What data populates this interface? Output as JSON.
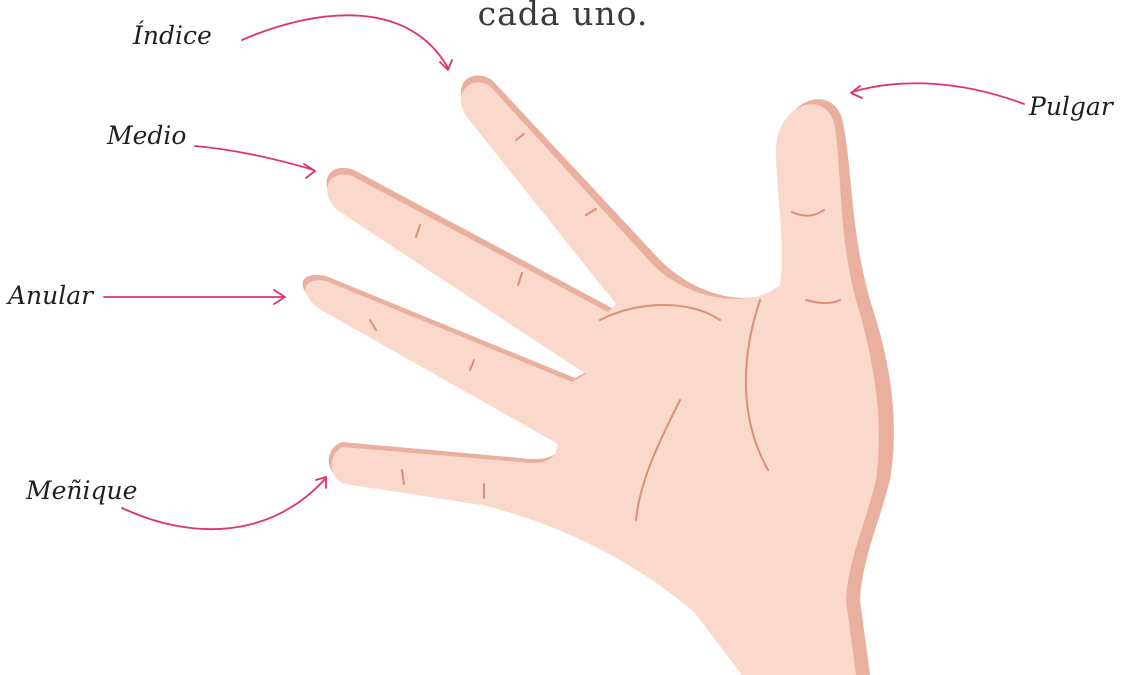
{
  "caption": "cada uno.",
  "labels": {
    "indice": "Índice",
    "medio": "Medio",
    "anular": "Anular",
    "menique": "Meñique",
    "pulgar": "Pulgar"
  },
  "colors": {
    "arrow": "#e0336b",
    "skin": "#fad8cc",
    "skin_shadow": "#eab09f",
    "skin_line": "#d98f7b"
  }
}
